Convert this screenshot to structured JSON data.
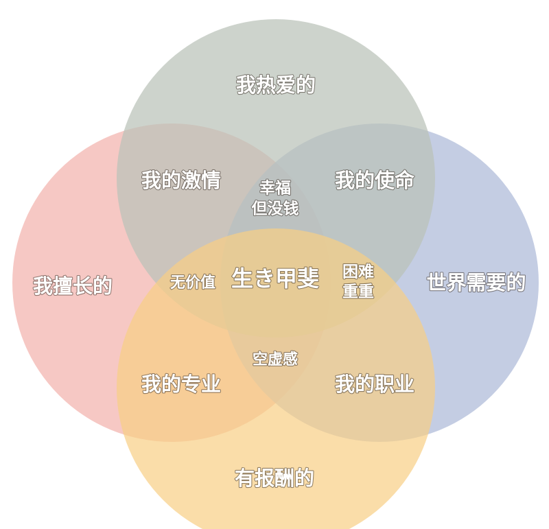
{
  "circles": {
    "love": {
      "label": "我热爱的",
      "color": "#BAC2B8"
    },
    "good": {
      "label": "我擅长的",
      "color": "#F3B8B4"
    },
    "world": {
      "label": "世界需要的",
      "color": "#ADBAD8"
    },
    "paid": {
      "label": "有报酬的",
      "color": "#F8CE85"
    }
  },
  "overlaps": {
    "passion": "我的激情",
    "mission": "我的使命",
    "profession": "我的专业",
    "vocation": "我的职业"
  },
  "regions": {
    "happy_poor_line1": "幸福",
    "happy_poor_line2": "但没钱",
    "worthless": "无价值",
    "hard_line1": "困难",
    "hard_line2": "重重",
    "empty": "空虚感"
  },
  "center": {
    "label": "生き甲斐"
  }
}
